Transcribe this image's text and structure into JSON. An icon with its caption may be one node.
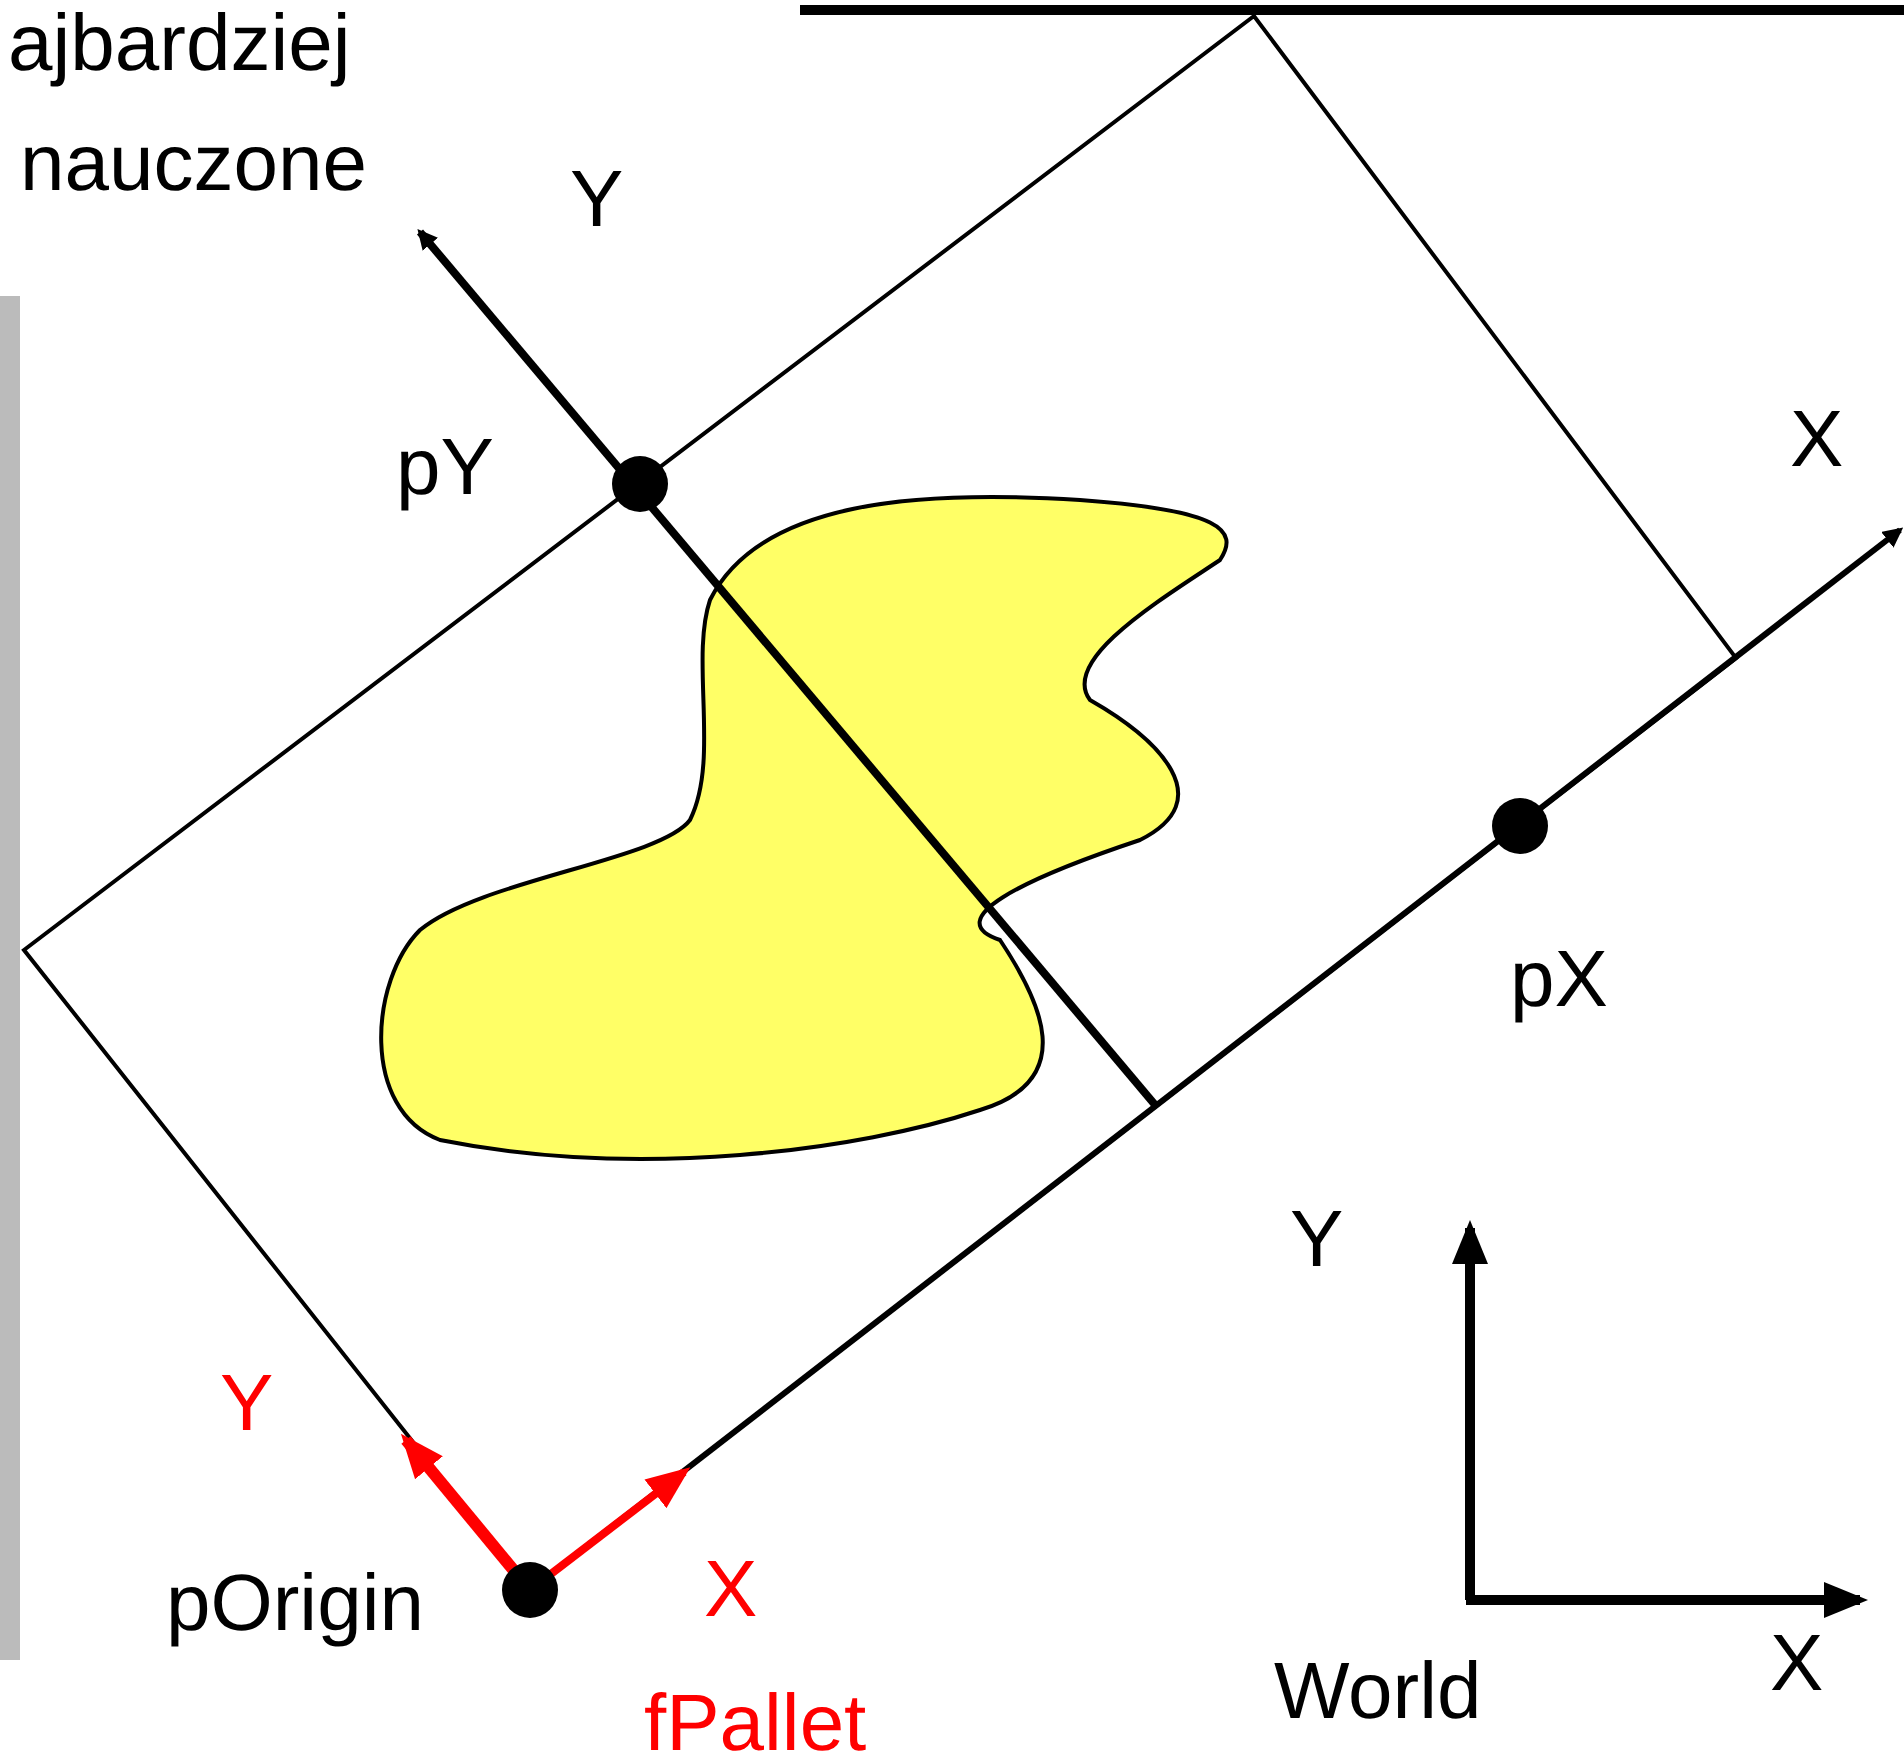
{
  "diagram": {
    "labels": [
      "ajbardziej",
      "nauczone",
      "Y",
      "pY",
      "X",
      "pX",
      "Y",
      "Y",
      "pOrigin",
      "X",
      "World",
      "X",
      "fPallet"
    ]
  }
}
